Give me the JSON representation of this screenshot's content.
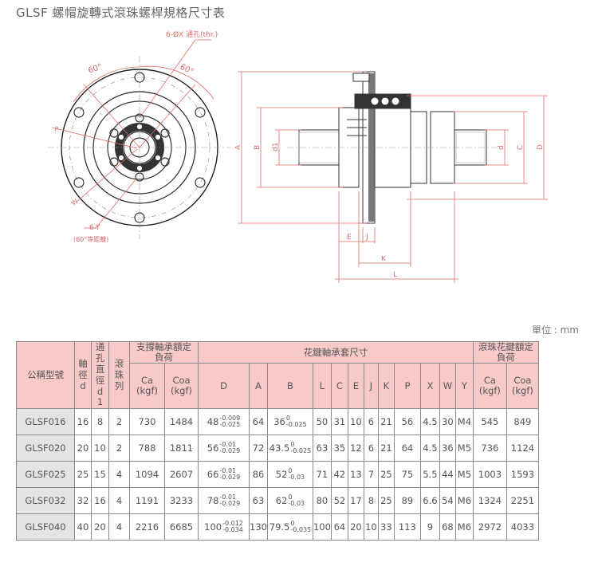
{
  "title": "GLSF 螺帽旋轉式滾珠螺桿規格尺寸表",
  "drawing": {
    "callout_holes": "6-ØX 通孔(thr.)",
    "angle_1": "60°",
    "angle_2": "60°",
    "label_P": "P",
    "label_W": "W",
    "callout_6Y": "6-Y",
    "callout_6Y_note": "(60°等距離)",
    "dim_A": "A",
    "dim_B": "B",
    "dim_d1": "d1",
    "dim_d": "d",
    "dim_C": "C",
    "dim_D": "D",
    "dim_E": "E",
    "dim_J": "J",
    "dim_K": "K",
    "dim_L": "L"
  },
  "unit_label": "單位 : mm",
  "table": {
    "h_model": "公稱型號",
    "h_shaft": "軸徑d",
    "h_hole": "通孔直徑d1",
    "h_rows": "滾珠列",
    "h_support": "支撐軸承額定負荷",
    "h_spline": "花鍵軸承套尺寸",
    "h_ball_spline": "滾珠花鍵額定負荷",
    "sub": {
      "ca": "Ca",
      "coa": "Coa",
      "kgf": "(kgf)",
      "D": "D",
      "A": "A",
      "B": "B",
      "L": "L",
      "C": "C",
      "E": "E",
      "J": "J",
      "K": "K",
      "P": "P",
      "X": "X",
      "W": "W",
      "Y": "Y"
    },
    "rows": [
      {
        "model": "GLSF016",
        "d": "16",
        "d1": "8",
        "rows": "2",
        "ca": "730",
        "coa": "1484",
        "D": "48",
        "D_up": "-0.009",
        "D_lo": "-0.025",
        "A": "64",
        "B": "36",
        "B_up": "0",
        "B_lo": "-0.025",
        "L": "50",
        "C": "31",
        "E": "10",
        "J": "6",
        "K": "21",
        "P": "56",
        "X": "4.5",
        "W": "30",
        "Y": "M4",
        "bca": "545",
        "bcoa": "849"
      },
      {
        "model": "GLSF020",
        "d": "20",
        "d1": "10",
        "rows": "2",
        "ca": "788",
        "coa": "1811",
        "D": "56",
        "D_up": "-0.01",
        "D_lo": "-0.029",
        "A": "72",
        "B": "43.5",
        "B_up": "0",
        "B_lo": "-0.025",
        "L": "63",
        "C": "35",
        "E": "12",
        "J": "6",
        "K": "21",
        "P": "64",
        "X": "4.5",
        "W": "36",
        "Y": "M5",
        "bca": "736",
        "bcoa": "1124"
      },
      {
        "model": "GLSF025",
        "d": "25",
        "d1": "15",
        "rows": "4",
        "ca": "1094",
        "coa": "2607",
        "D": "66",
        "D_up": "-0.01",
        "D_lo": "-0.029",
        "A": "86",
        "B": "52",
        "B_up": "0",
        "B_lo": "-0.03",
        "L": "71",
        "C": "42",
        "E": "13",
        "J": "7",
        "K": "25",
        "P": "75",
        "X": "5.5",
        "W": "44",
        "Y": "M5",
        "bca": "1003",
        "bcoa": "1593"
      },
      {
        "model": "GLSF032",
        "d": "32",
        "d1": "16",
        "rows": "4",
        "ca": "1191",
        "coa": "3233",
        "D": "78",
        "D_up": "-0.01",
        "D_lo": "-0.029",
        "A": "63",
        "B": "62",
        "B_up": "0",
        "B_lo": "-0.03",
        "L": "80",
        "C": "52",
        "E": "17",
        "J": "8",
        "K": "25",
        "P": "89",
        "X": "6.6",
        "W": "54",
        "Y": "M6",
        "bca": "1324",
        "bcoa": "2251"
      },
      {
        "model": "GLSF040",
        "d": "40",
        "d1": "20",
        "rows": "4",
        "ca": "2216",
        "coa": "6685",
        "D": "100",
        "D_up": "-0.012",
        "D_lo": "-0.034",
        "A": "130",
        "B": "79.5",
        "B_up": "0",
        "B_lo": "-0.035",
        "L": "100",
        "C": "64",
        "E": "20",
        "J": "10",
        "K": "33",
        "P": "113",
        "X": "9",
        "W": "68",
        "Y": "M6",
        "bca": "2972",
        "bcoa": "4033"
      }
    ]
  }
}
